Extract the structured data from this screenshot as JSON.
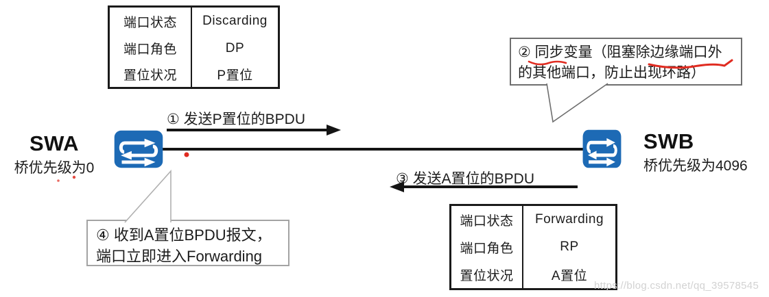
{
  "diagram": {
    "topic": "RSTP P/A BPDU exchange between two switches"
  },
  "colors": {
    "switch_blue": "#1d6ab5",
    "table_header_bg": "#d8d8d8",
    "table_border": "#1a1a1a",
    "annotation_red": "#e02b20",
    "line_black": "#141414",
    "callout_border_dark": "#6e6e6e",
    "callout_border_light": "#a3a3a3",
    "watermark_gray": "#d2d2d2"
  },
  "icons": {
    "switch": "switch-bidirectional-arrows-icon"
  },
  "tables": {
    "discarding": {
      "header": [
        "端口状态",
        "Discarding"
      ],
      "rows": [
        [
          "端口角色",
          "DP"
        ],
        [
          "置位状况",
          "P置位"
        ]
      ]
    },
    "forwarding": {
      "header": [
        "端口状态",
        "Forwarding"
      ],
      "rows": [
        [
          "端口角色",
          "RP"
        ],
        [
          "置位状况",
          "A置位"
        ]
      ]
    }
  },
  "devices": {
    "swa": {
      "name": "SWA",
      "priority": "桥优先级为0"
    },
    "swb": {
      "name": "SWB",
      "priority": "桥优先级为4096"
    }
  },
  "messages": {
    "step1": {
      "label": "① 发送P置位的BPDU",
      "direction": "right"
    },
    "step3": {
      "label": "③ 发送A置位的BPDU",
      "direction": "left"
    }
  },
  "callouts": {
    "step2": {
      "line1": "② 同步变量（阻塞除边缘端口外",
      "line2": "的其他端口，防止出现环路）"
    },
    "step4": {
      "line1": "④ 收到A置位BPDU报文，",
      "line2": "端口立即进入Forwarding"
    }
  },
  "watermark": {
    "text": "https://blog.csdn.net/qq_39578545"
  }
}
